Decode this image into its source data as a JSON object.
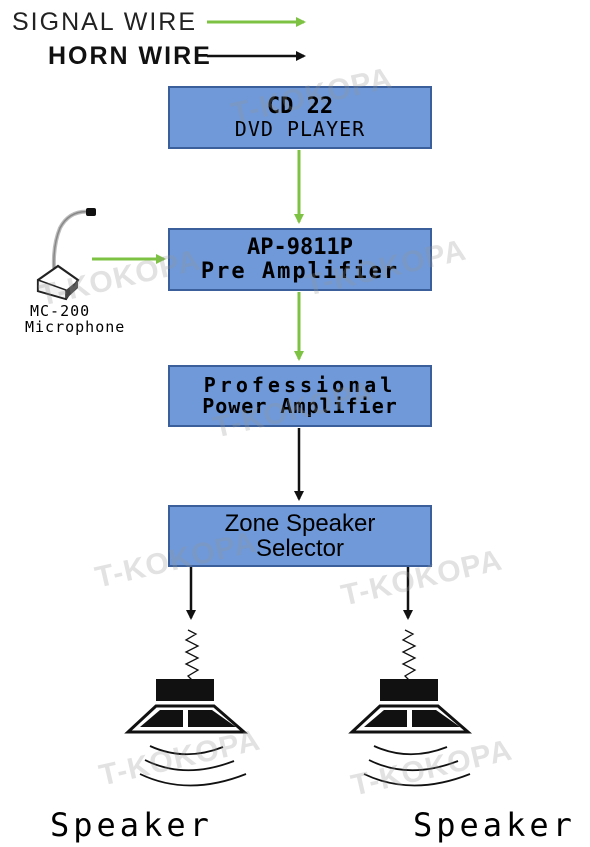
{
  "legend": {
    "signal": "SIGNAL WIRE",
    "horn": "HORN WIRE"
  },
  "boxes": {
    "player": {
      "line1": "CD 22",
      "line2": "DVD PLAYER"
    },
    "pre_amp": {
      "line1": "AP-9811P",
      "line2": "Pre Amplifier"
    },
    "power_amp": {
      "line1": "Professional",
      "line2": "Power Amplifier"
    },
    "zone_selector": {
      "line1": "Zone Speaker",
      "line2": "Selector"
    }
  },
  "microphone": {
    "model": "MC-200",
    "label": "Microphone"
  },
  "speakers": {
    "left": "Speaker",
    "right": "Speaker"
  },
  "watermark": "T-KOKOPA",
  "colors": {
    "signal_wire": "#7dc242",
    "horn_wire": "#111111",
    "box_fill": "#6f99d9",
    "box_border": "#3a5f9a"
  }
}
